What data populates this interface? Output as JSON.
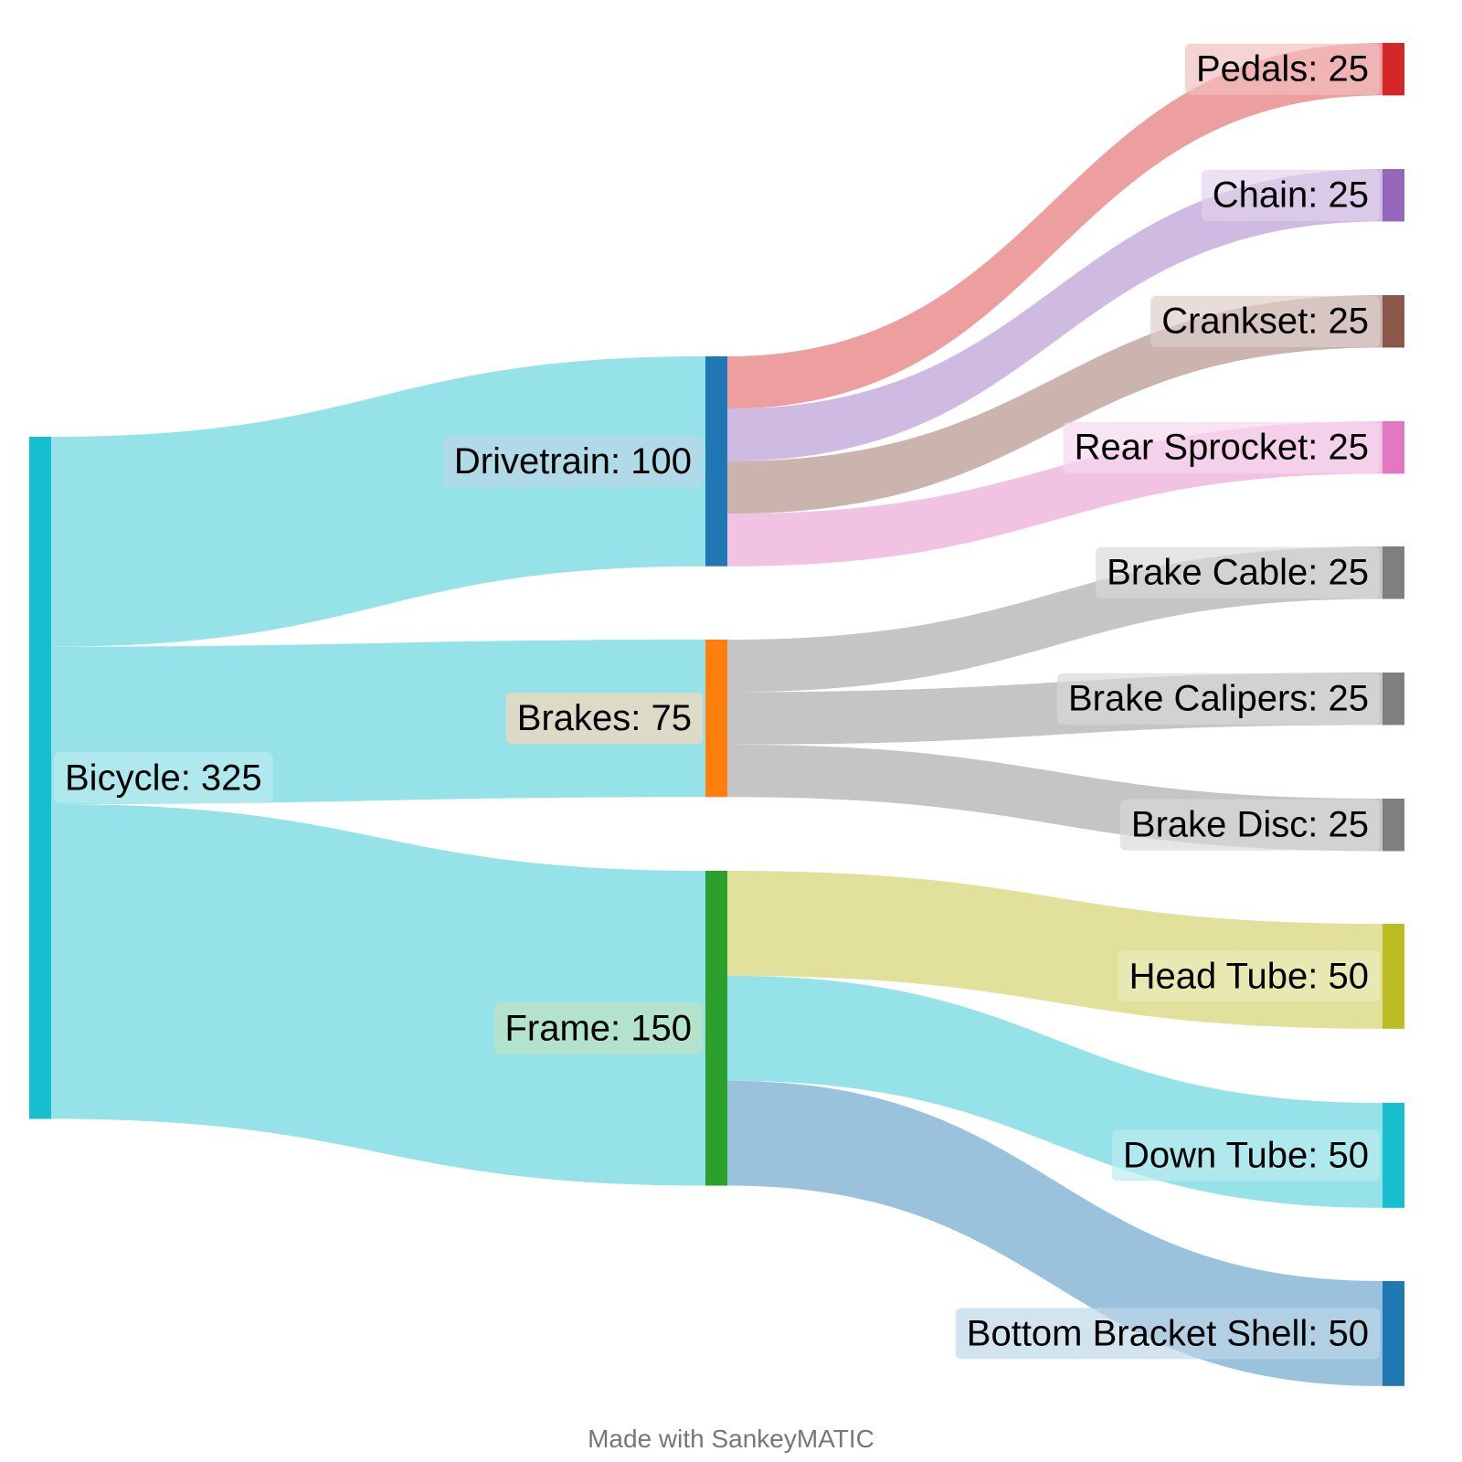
{
  "footer": {
    "credit": "Made with SankeyMATIC"
  },
  "chart_data": {
    "type": "sankey",
    "nodes": [
      {
        "id": "bicycle",
        "label": "Bicycle: 325",
        "name": "Bicycle",
        "value": 325,
        "color": "#17becf"
      },
      {
        "id": "drivetrain",
        "label": "Drivetrain: 100",
        "name": "Drivetrain",
        "value": 100,
        "color": "#1f77b4"
      },
      {
        "id": "brakes",
        "label": "Brakes: 75",
        "name": "Brakes",
        "value": 75,
        "color": "#ff7f0e"
      },
      {
        "id": "frame",
        "label": "Frame: 150",
        "name": "Frame",
        "value": 150,
        "color": "#2ca02c"
      },
      {
        "id": "pedals",
        "label": "Pedals: 25",
        "name": "Pedals",
        "value": 25,
        "color": "#d62728"
      },
      {
        "id": "chain",
        "label": "Chain: 25",
        "name": "Chain",
        "value": 25,
        "color": "#9467bd"
      },
      {
        "id": "crankset",
        "label": "Crankset: 25",
        "name": "Crankset",
        "value": 25,
        "color": "#8c564b"
      },
      {
        "id": "rear_sprocket",
        "label": "Rear Sprocket: 25",
        "name": "Rear Sprocket",
        "value": 25,
        "color": "#e377c2"
      },
      {
        "id": "brake_cable",
        "label": "Brake Cable: 25",
        "name": "Brake Cable",
        "value": 25,
        "color": "#7f7f7f"
      },
      {
        "id": "brake_calipers",
        "label": "Brake Calipers: 25",
        "name": "Brake Calipers",
        "value": 25,
        "color": "#7f7f7f"
      },
      {
        "id": "brake_disc",
        "label": "Brake Disc: 25",
        "name": "Brake Disc",
        "value": 25,
        "color": "#7f7f7f"
      },
      {
        "id": "head_tube",
        "label": "Head Tube: 50",
        "name": "Head Tube",
        "value": 50,
        "color": "#bcbd22"
      },
      {
        "id": "down_tube",
        "label": "Down Tube: 50",
        "name": "Down Tube",
        "value": 50,
        "color": "#17becf"
      },
      {
        "id": "bottom_bracket_shell",
        "label": "Bottom Bracket Shell: 50",
        "name": "Bottom Bracket Shell",
        "value": 50,
        "color": "#1f77b4"
      }
    ],
    "links": [
      {
        "source": "bicycle",
        "target": "drivetrain",
        "value": 100,
        "color": "#17becf"
      },
      {
        "source": "bicycle",
        "target": "brakes",
        "value": 75,
        "color": "#17becf"
      },
      {
        "source": "bicycle",
        "target": "frame",
        "value": 150,
        "color": "#17becf"
      },
      {
        "source": "drivetrain",
        "target": "pedals",
        "value": 25,
        "color": "#d62728"
      },
      {
        "source": "drivetrain",
        "target": "chain",
        "value": 25,
        "color": "#9467bd"
      },
      {
        "source": "drivetrain",
        "target": "crankset",
        "value": 25,
        "color": "#8c564b"
      },
      {
        "source": "drivetrain",
        "target": "rear_sprocket",
        "value": 25,
        "color": "#e377c2"
      },
      {
        "source": "brakes",
        "target": "brake_cable",
        "value": 25,
        "color": "#7f7f7f"
      },
      {
        "source": "brakes",
        "target": "brake_calipers",
        "value": 25,
        "color": "#7f7f7f"
      },
      {
        "source": "brakes",
        "target": "brake_disc",
        "value": 25,
        "color": "#7f7f7f"
      },
      {
        "source": "frame",
        "target": "head_tube",
        "value": 50,
        "color": "#bcbd22"
      },
      {
        "source": "frame",
        "target": "down_tube",
        "value": 50,
        "color": "#17becf"
      },
      {
        "source": "frame",
        "target": "bottom_bracket_shell",
        "value": 50,
        "color": "#1f77b4"
      }
    ]
  }
}
